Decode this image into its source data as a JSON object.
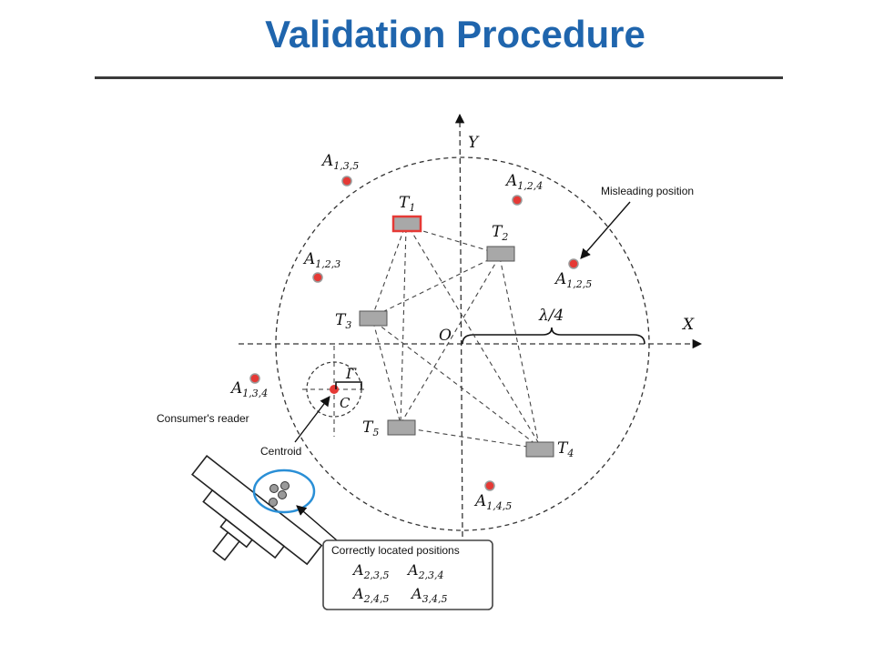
{
  "title": "Validation Procedure",
  "diagram": {
    "axis_y": "Y",
    "axis_x": "X",
    "origin": "O",
    "lambda": "λ/4",
    "gamma": "Γ",
    "centroid_point": "C",
    "tags": [
      {
        "id": "T1",
        "base": "T",
        "sub": "1"
      },
      {
        "id": "T2",
        "base": "T",
        "sub": "2"
      },
      {
        "id": "T3",
        "base": "T",
        "sub": "3"
      },
      {
        "id": "T4",
        "base": "T",
        "sub": "4"
      },
      {
        "id": "T5",
        "base": "T",
        "sub": "5"
      }
    ],
    "anchors": [
      {
        "base": "A",
        "sub": "1,3,5"
      },
      {
        "base": "A",
        "sub": "1,2,4"
      },
      {
        "base": "A",
        "sub": "1,2,3"
      },
      {
        "base": "A",
        "sub": "1,2,5"
      },
      {
        "base": "A",
        "sub": "1,3,4"
      },
      {
        "base": "A",
        "sub": "1,4,5"
      }
    ],
    "callouts": {
      "misleading": "Misleading position",
      "consumer_reader": "Consumer's reader",
      "centroid": "Centroid",
      "correct_title": "Correctly located positions"
    },
    "correct_positions": [
      {
        "base": "A",
        "sub": "2,3,5"
      },
      {
        "base": "A",
        "sub": "2,3,4"
      },
      {
        "base": "A",
        "sub": "2,4,5"
      },
      {
        "base": "A",
        "sub": "3,4,5"
      }
    ],
    "colors": {
      "title": "#1f65ad",
      "point": "#e53935",
      "ellipse": "#2a8fd6",
      "tag": "#a8a8a8"
    }
  }
}
